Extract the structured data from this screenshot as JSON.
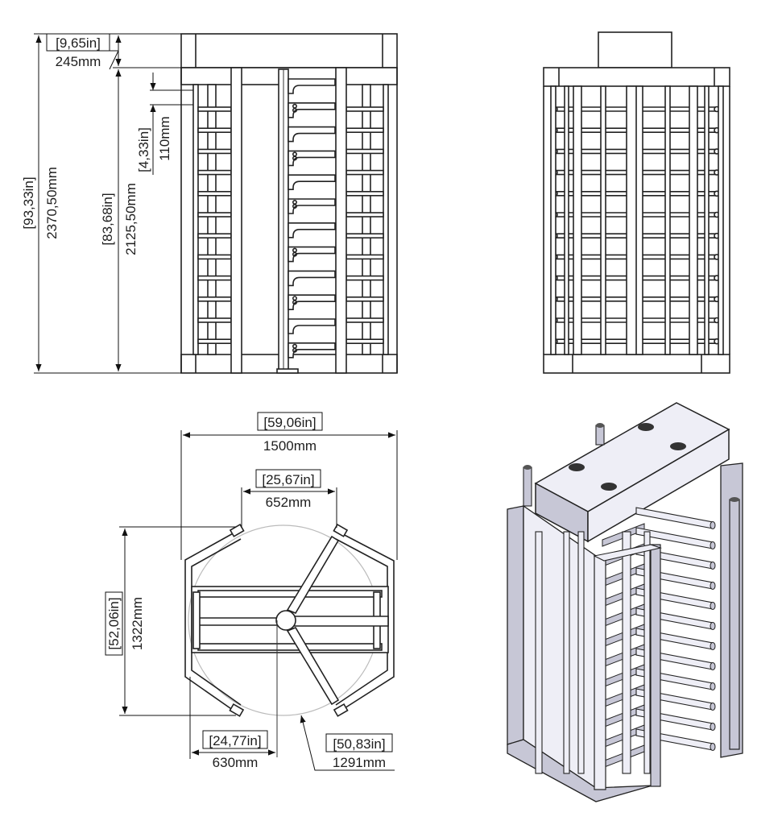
{
  "dimensions": {
    "total_height": {
      "imperial": "[93,33in]",
      "metric": "2370,50mm"
    },
    "frame_height": {
      "imperial": "[83,68in]",
      "metric": "2125,50mm"
    },
    "top_box_height": {
      "imperial": "[9,65in]",
      "metric": "245mm"
    },
    "bar_spacing": {
      "imperial": "[4,33in]",
      "metric": "110mm"
    },
    "overall_width": {
      "imperial": "[59,06in]",
      "metric": "1500mm"
    },
    "passage_width": {
      "imperial": "[25,67in]",
      "metric": "652mm"
    },
    "depth": {
      "imperial": "[52,06in]",
      "metric": "1322mm"
    },
    "offset_width": {
      "imperial": "[24,77in]",
      "metric": "630mm"
    },
    "rotor_diameter": {
      "imperial": "[50,83in]",
      "metric": "1291mm"
    }
  },
  "colors": {
    "line": "#222222",
    "iso_light": "#eeeef6",
    "iso_mid": "#c7c7d6",
    "iso_dark": "#8e8ea2",
    "sweep_circle": "#bbbbbb"
  }
}
